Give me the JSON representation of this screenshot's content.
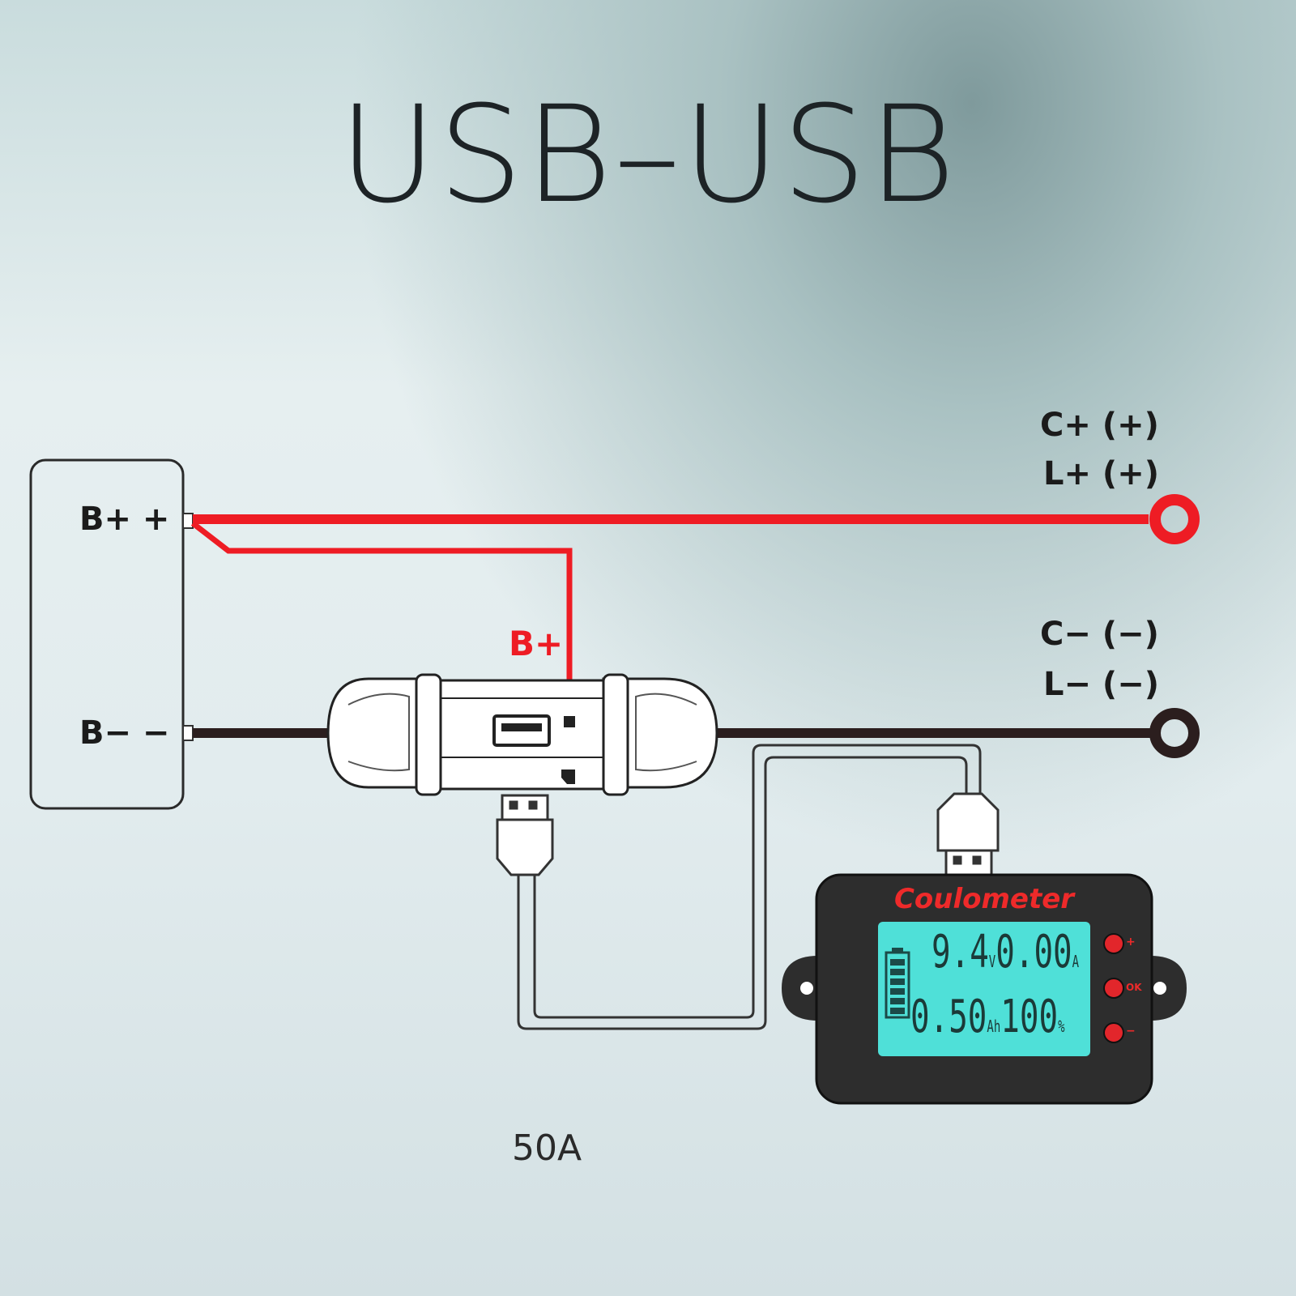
{
  "title": "USB–USB",
  "labels": {
    "b_plus": "B+ +",
    "b_minus": "B− −",
    "shunt_b_plus": "B+",
    "c_plus": "C+ (+)",
    "l_plus": "L+ (+)",
    "c_minus": "C− (−)",
    "l_minus": "L− (−)"
  },
  "meter": {
    "brand": "Coulometer",
    "voltage": "9.4",
    "voltage_unit": "V",
    "current": "0.00",
    "current_unit": "A",
    "capacity": "0.50",
    "capacity_unit": "Ah",
    "percent": "100",
    "percent_unit": "%",
    "buttons": [
      "+",
      "OK",
      "−"
    ]
  },
  "footer": "50A",
  "colors": {
    "positive_wire": "#ee1c24",
    "negative_wire": "#2b1e1e",
    "lcd": "#4fe0d8",
    "meter_body": "#2d2d2d"
  }
}
